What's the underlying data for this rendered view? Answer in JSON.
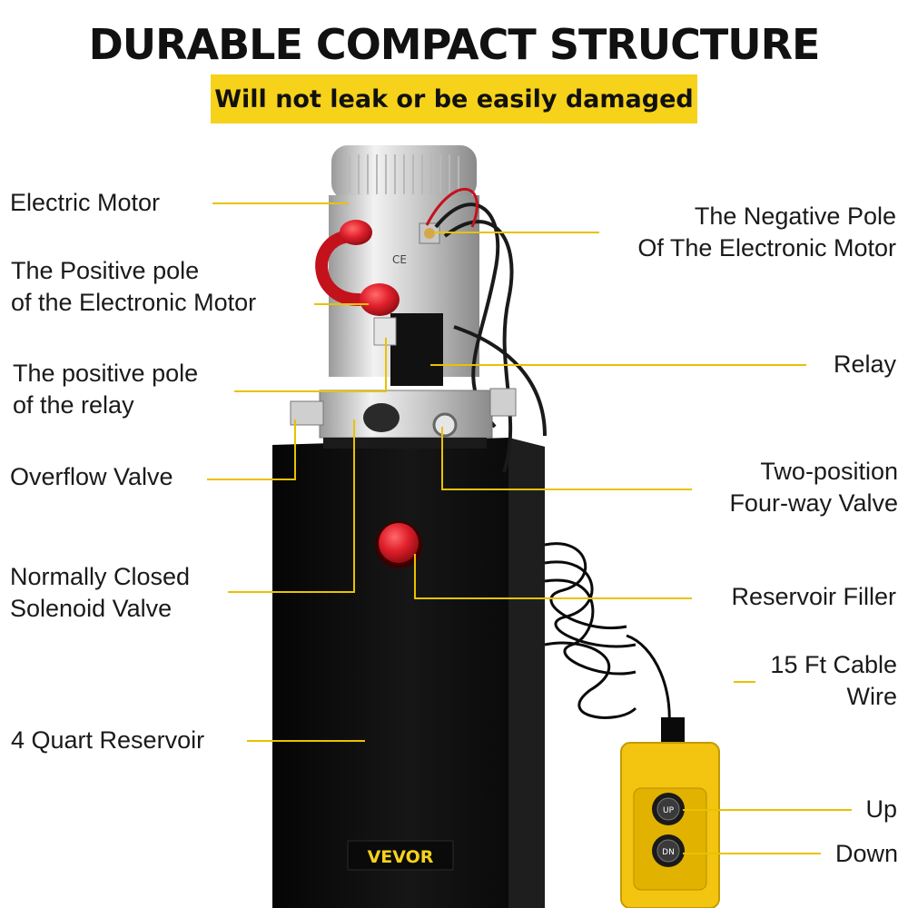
{
  "title": "DURABLE COMPACT STRUCTURE",
  "subtitle": "Will not leak or be easily damaged",
  "brand": "VEVOR",
  "motor_mark": "CE",
  "labels": {
    "electric_motor": "Electric Motor",
    "positive_motor_1": "The Positive pole",
    "positive_motor_2": "of the Electronic Motor",
    "positive_relay_1": "The positive pole",
    "positive_relay_2": "of the relay",
    "overflow_valve": "Overflow Valve",
    "solenoid_1": "Normally Closed",
    "solenoid_2": "Solenoid Valve",
    "reservoir": "4 Quart Reservoir",
    "negative_pole_1": "The Negative Pole",
    "negative_pole_2": "Of The Electronic Motor",
    "relay": "Relay",
    "four_way_1": "Two-position",
    "four_way_2": "Four-way Valve",
    "filler": "Reservoir Filler",
    "cable_1": "15 Ft Cable",
    "cable_2": "Wire",
    "up": "Up",
    "down": "Down"
  },
  "remote": {
    "up_button": "UP",
    "down_button": "DN"
  },
  "colors": {
    "accent_yellow": "#f6d21a",
    "leader_line": "#e8c200",
    "tank": "#0c0c0c",
    "cap_red": "#e0202c"
  }
}
